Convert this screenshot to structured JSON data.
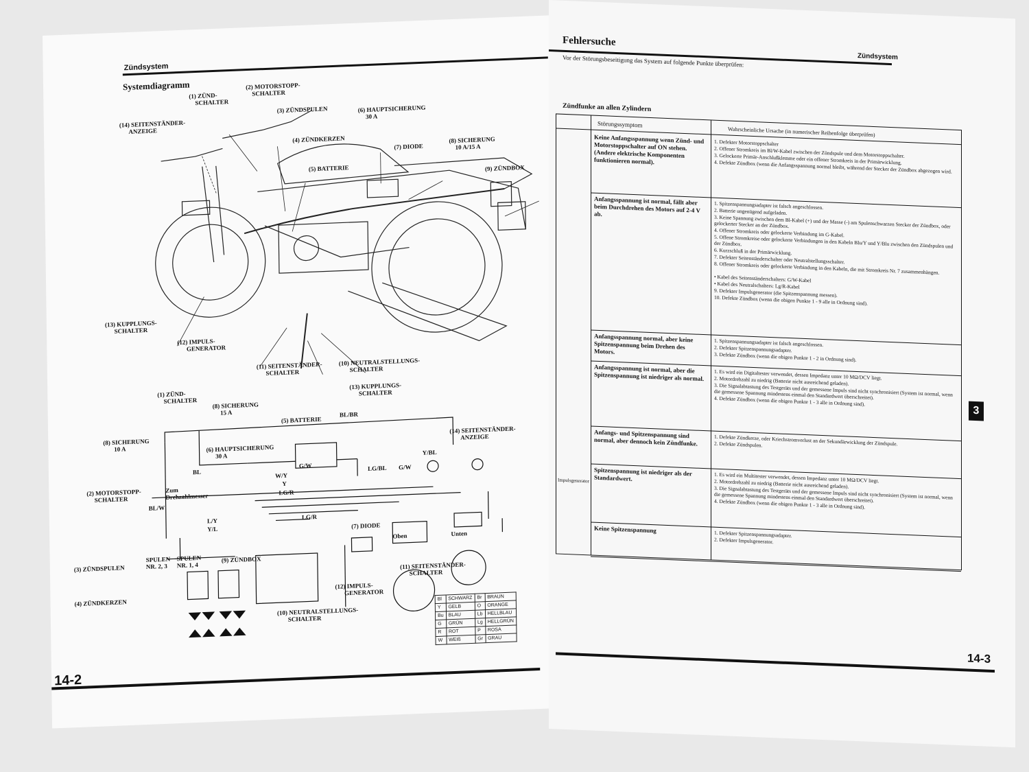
{
  "left_page": {
    "header": "Zündsystem",
    "title": "Systemdiagramm",
    "page_number": "14-2",
    "top_labels": [
      {
        "num": "(1)",
        "text": "ZÜND-\nSCHALTER"
      },
      {
        "num": "(2)",
        "text": "MOTORSTOPP-\nSCHALTER"
      },
      {
        "num": "(3)",
        "text": "ZÜNDSPULEN"
      },
      {
        "num": "(4)",
        "text": "ZÜNDKERZEN"
      },
      {
        "num": "(5)",
        "text": "BATTERIE"
      },
      {
        "num": "(6)",
        "text": "HAUPTSICHERUNG\n30 A"
      },
      {
        "num": "(7)",
        "text": "DIODE"
      },
      {
        "num": "(8)",
        "text": "SICHERUNG\n10 A/15 A"
      },
      {
        "num": "(9)",
        "text": "ZÜNDBOX"
      },
      {
        "num": "(10)",
        "text": "NEUTRALSTELLUNGS-\nSCHALTER"
      },
      {
        "num": "(11)",
        "text": "SEITENSTÄNDER-\nSCHALTER"
      },
      {
        "num": "(12)",
        "text": "IMPULS-\nGENERATOR"
      },
      {
        "num": "(13)",
        "text": "KUPPLUNGS-\nSCHALTER"
      },
      {
        "num": "(14)",
        "text": "SEITENSTÄNDER-\nANZEIGE"
      }
    ],
    "wiring_labels": {
      "zuendschalter": "(1) ZÜND-\nSCHALTER",
      "sicherung15": "(8) SICHERUNG\n15 A",
      "batterie": "(5) BATTERIE",
      "sicherung10": "(8) SICHERUNG\n10 A",
      "hauptsicherung": "(6) HAUPTSICHERUNG\n30 A",
      "motorstopp": "(2) MOTORSTOPP-\nSCHALTER",
      "drehzahl": "Zum\nDrehzahlmesser",
      "spulen1": "SPULEN\nNr. 2, 3",
      "spulen2": "SPULEN\nNr. 1, 4",
      "zuendspulen": "(3) ZÜNDSPULEN",
      "zuendkerzen": "(4) ZÜNDKERZEN",
      "zuendbox": "(9) ZÜNDBOX",
      "kupplung": "(13) KUPPLUNGS-\nSCHALTER",
      "anzeige": "(14) SEITENSTÄNDER-\nANZEIGE",
      "diode": "(7) DIODE",
      "oben": "Oben",
      "unten": "Unten",
      "seitenstaender": "(11) SEITENSTÄNDER-\nSCHALTER",
      "impuls": "(12) IMPULS-\nGENERATOR",
      "neutral": "(10) NEUTRALSTELLUNGS-\nSCHALTER"
    },
    "wire_codes": [
      "Bl/Br",
      "Bl",
      "W/Y",
      "Y",
      "LG/R",
      "G/W",
      "LG/Bl",
      "Y/Bl",
      "G/W",
      "Bl/W",
      "L/Y",
      "Y/L",
      "LG/R"
    ],
    "color_legend": [
      [
        "Bl",
        "SCHWARZ",
        "Br",
        "BRAUN"
      ],
      [
        "Y",
        "GELB",
        "O",
        "ORANGE"
      ],
      [
        "Bu",
        "BLAU",
        "Lb",
        "HELLBLAU"
      ],
      [
        "G",
        "GRÜN",
        "Lg",
        "HELLGRÜN"
      ],
      [
        "R",
        "ROT",
        "P",
        "ROSA"
      ],
      [
        "W",
        "WEIß",
        "Gr",
        "GRAU"
      ]
    ]
  },
  "right_page": {
    "header": "Zündsystem",
    "title": "Fehlersuche",
    "intro": "Vor der Störungsbeseitigung das System auf folgende Punkte überprüfen:",
    "section": "Zündfunke an allen Zylindern",
    "col1": "Störungssymptom",
    "col2": "Wahrscheinliche Ursache (in numerischer Reihenfolge überprüfen)",
    "rows": [
      {
        "symptom": "Keine Anfangsspannung wenn Zünd- und Motorstoppschalter auf ON stehen. (Andere elektrische Komponenten funktionieren normal).",
        "causes": [
          "1. Defekter Motorstoppschalter",
          "2. Offener Stromkreis im Bl/W-Kabel zwischen der Zündspule und dem Motorstoppschalter.",
          "3. Gelockerte Primär-Anschlußklemme oder ein offener Stromkreis in der Primärwicklung.",
          "4. Defekte Zündbox (wenn die Anfangsspannung normal bleibt, während der Stecker der Zündbox abgezogen wird."
        ]
      },
      {
        "symptom": "Anfangsspannung ist normal, fällt aber beim Durchdrehen des Motors auf 2-4 V ab.",
        "causes": [
          "1. Spitzenspannungsadapter ist falsch angeschlossen.",
          "2. Batterie ungenügend aufgeladen.",
          "3. Keine Spannung zwischen dem Bl-Kabel (+) und der Masse (-) am Spulenschwarzen Stecker der Zündbox, oder gelockerter Stecker an der Zündbox.",
          "4. Offener Stromkreis oder gelockerte Verbindung im G-Kabel.",
          "5. Offene Stromkreise oder gelockerte Verbindungen in den Kabeln Blu/Y und Y/Blu zwischen den Zündspulen und der Zündbox.",
          "6. Kurzschluß in der Primärwicklung.",
          "7. Defekter Seitenständerschalter oder Neutralstellungsschalter.",
          "8. Offener Stromkreis oder gelockerte Verbindung in den Kabeln, die mit Stromkreis Nr. 7 zusammenhängen.",
          "• Kabel des Seitenständerschalters: G/W-Kabel",
          "• Kabel des Neutralschalters: Lg/R-Kabel",
          "9. Defekter Impulsgenerator (die Spitzenspannung messen).",
          "10. Defekte Zündbox (wenn die obigen Punkte 1 - 9 alle in Ordnung sind)."
        ]
      },
      {
        "symptom": "Anfangsspannung normal, aber keine Spitzenspannung beim Drehen des Motors.",
        "causes": [
          "1. Spitzenspannungsadapter ist falsch angeschlossen.",
          "2. Defekter Spitzenspannungsadapter.",
          "3. Defekte Zündbox (wenn die obigen Punkte 1 - 2 in Ordnung sind)."
        ]
      },
      {
        "symptom": "Anfangsspannung ist normal, aber die Spitzenspannung ist niedriger als normal.",
        "causes": [
          "1. Es wird ein Digitaltester verwendet, dessen Impedanz unter 10 MΩ/DCV liegt.",
          "2. Motordrehzahl zu niedrig (Batterie nicht ausreichend geladen).",
          "3. Die Signalabtastung des Testgeräts und der gemessene Impuls sind nicht synchronisiert (System ist normal, wenn die gemessene Spannung mindestens einmal den Standardwert überschreitet).",
          "4. Defekte Zündbox (wenn die obigen Punkte 1 - 3 alle in Ordnung sind)."
        ]
      },
      {
        "symptom": "Anfangs- und Spitzenspannung sind normal, aber dennoch kein Zündfunke.",
        "causes": [
          "1. Defekte Zündkerze, oder Kriechstromverlust an der Sekundärwicklung der Zündspule.",
          "2. Defekte Zündspulen."
        ]
      },
      {
        "symptom": "Spitzenspannung ist niedriger als der Standardwert.",
        "causes": [
          "1. Es wird ein Multitester verwendet, dessen Impedanz unter 10 MΩ/DCV liegt.",
          "2. Motordrehzahl zu niedrig (Batterie nicht ausreichend geladen).",
          "3. Die Signalabtastung des Testgeräts und der gemessene Impuls sind nicht synchronisiert (System ist normal, wenn die gemessene Spannung mindestens einmal den Standardwert überschreitet).",
          "4. Defekte Zündbox (wenn die obigen Punkte 1 - 3 alle in Ordnung sind)."
        ]
      },
      {
        "symptom": "Keine Spitzenspannung",
        "causes": [
          "1. Defekter Spitzenspannungsadapter.",
          "2. Defekter Impulsgenerator."
        ]
      }
    ],
    "side_label": "Impulsgenerator",
    "tab_marker": "3",
    "page_number": "14-3"
  }
}
